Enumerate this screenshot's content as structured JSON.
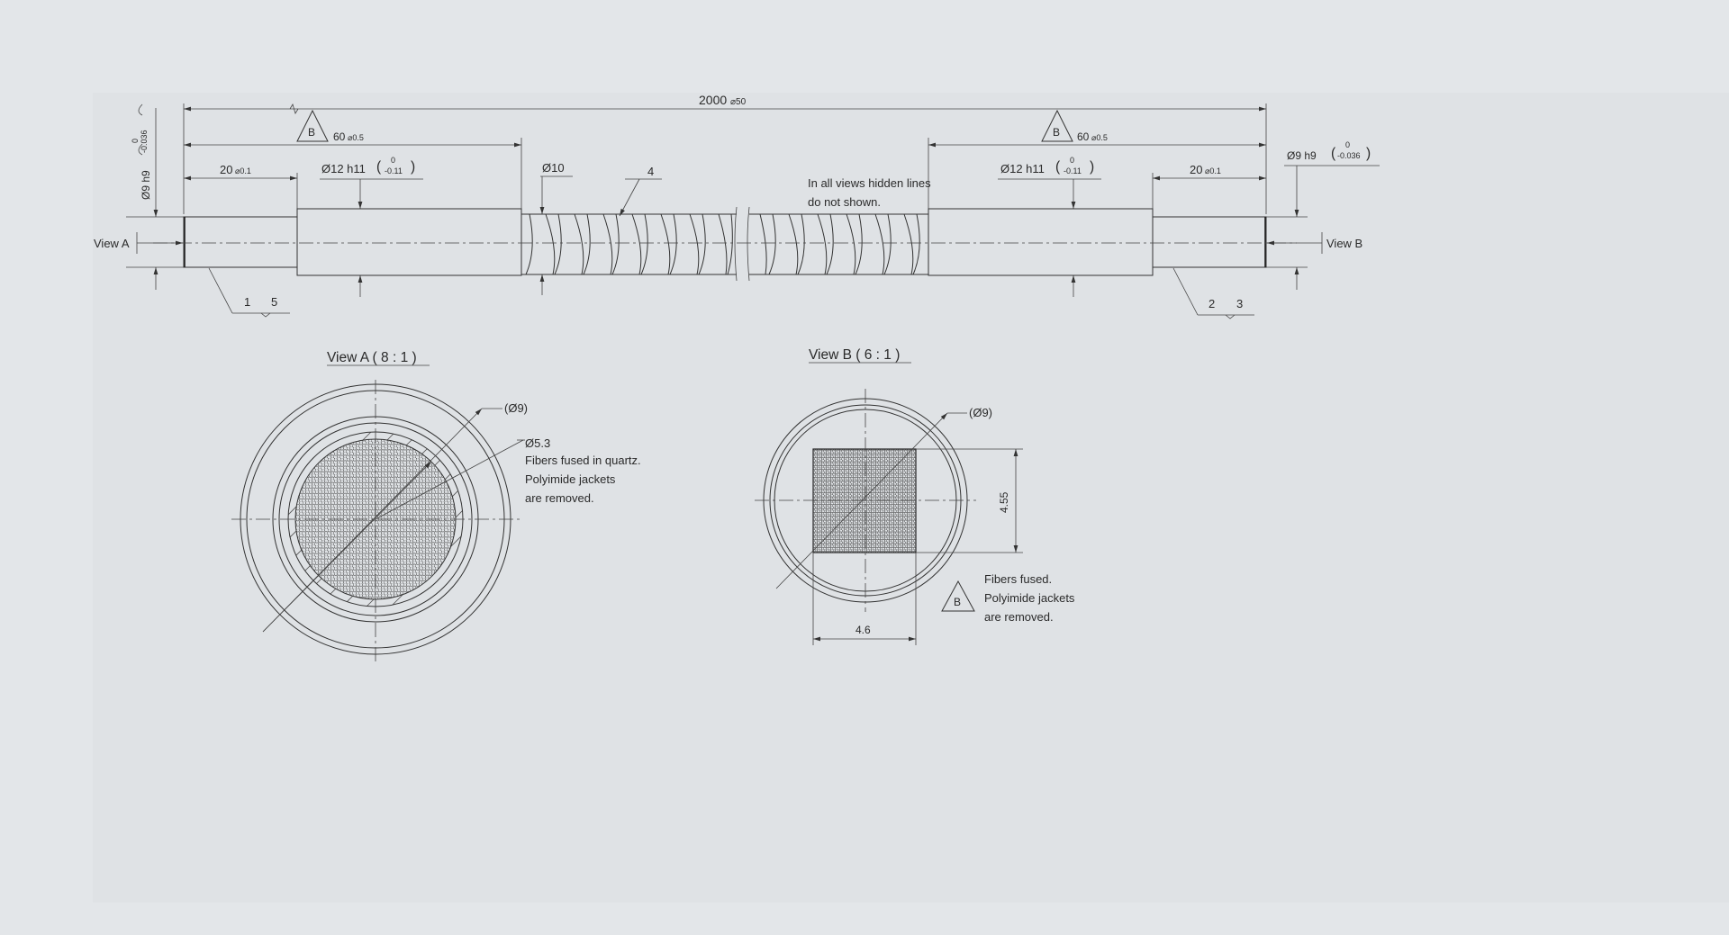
{
  "labels": {
    "overall_length": "2000",
    "overall_tol": "⌀50",
    "b_left_value": "60",
    "b_left_tol": "⌀0.5",
    "b_right_value": "60",
    "b_right_tol": "⌀0.5",
    "b_marker": "B",
    "left_tip_dia": "Ø9 h9",
    "left_tip_tol_upper": "0",
    "left_tip_tol_lower": "-0.036",
    "right_tip_dia": "Ø9 h9",
    "right_tip_tol_upper": "0",
    "right_tip_tol_lower": "-0.036",
    "left_tip_len": "20",
    "left_tip_len_tol": "⌀0.1",
    "right_tip_len": "20",
    "right_tip_len_tol": "⌀0.1",
    "left_ferrule_dia": "Ø12 h11",
    "left_ferrule_tol_upper": "0",
    "left_ferrule_tol_lower": "-0.11",
    "right_ferrule_dia": "Ø12 h11",
    "right_ferrule_tol_upper": "0",
    "right_ferrule_tol_lower": "-0.11",
    "hose_dia": "Ø10",
    "item_4": "4",
    "note_hidden_1": "In all views hidden lines",
    "note_hidden_2": "do not shown.",
    "view_a_arrow": "View A",
    "view_b_arrow": "View B",
    "item_1": "1",
    "item_5": "5",
    "item_2": "2",
    "item_3": "3",
    "view_a_title": "View A ( 8 : 1 )",
    "view_b_title": "View B ( 6 : 1 )",
    "view_a_ref_dia": "(Ø9)",
    "view_a_bundle_dia": "Ø5.3",
    "view_a_note_1": "Fibers fused in quartz.",
    "view_a_note_2": "Polyimide jackets",
    "view_a_note_3": "are removed.",
    "view_b_ref_dia": "(Ø9)",
    "view_b_height": "4.55",
    "view_b_width": "4.6",
    "view_b_note_1": "Fibers fused.",
    "view_b_note_2": "Polyimide jackets",
    "view_b_note_3": "are removed."
  },
  "colors": {
    "page_background": "#e3e6e9",
    "sheet_background": "#dfe2e5",
    "line": "#333333",
    "text": "#2a2a2a"
  }
}
